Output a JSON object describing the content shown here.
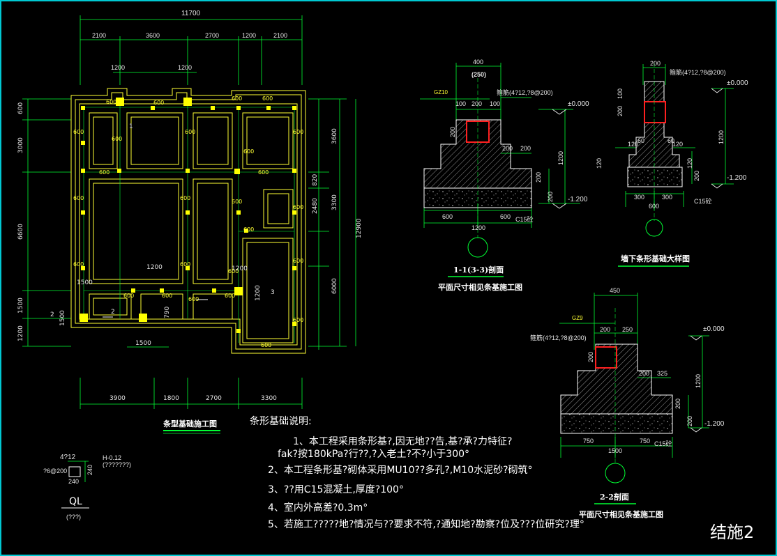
{
  "plan": {
    "top_total": "11700",
    "top_segments": [
      "2100",
      "3600",
      "2700",
      "1200",
      "2100"
    ],
    "top_small": [
      "1200",
      "1200"
    ],
    "left_segments": [
      "600",
      "3000",
      "6600",
      "1500",
      "1200"
    ],
    "right_segments": [
      "3600",
      "820",
      "3300",
      "2480",
      "6000"
    ],
    "right_total": "12900",
    "bottom_segments": [
      "3900",
      "1800",
      "2700",
      "3300"
    ],
    "inner": [
      "1200",
      "1200",
      "1500",
      "1500",
      "1500",
      "1200",
      "790",
      "1200"
    ],
    "wall_600": "600",
    "markers": [
      "1",
      "2",
      "2",
      "3"
    ],
    "title": "条型基础施工图"
  },
  "notes": {
    "heading": "条形基础说明:",
    "lines": [
      "1、本工程采用条形基?,因无地??告,基?承?力特征?",
      "fak?按180kPa?行??,?入老土?不?小于300°",
      "2、本工程条形基?砌体采用MU10??多孔?,M10水泥砂?砌筑°",
      "3、??用C15混凝土,厚度?100°",
      "4、室内外高差?0.3m°",
      "5、若施工?????地?情况与??要求不符,?通知地?勘察?位及???位研究?理°"
    ]
  },
  "section11": {
    "tag": "GZ10",
    "top": "400",
    "top2": "(250)",
    "rebar": "箍筋(4?12,?8@200)",
    "d100a": "100",
    "d200": "200",
    "d100b": "100",
    "d200v": "200",
    "d200x": "200",
    "d200y": "200",
    "level0": "±0.000",
    "h1200": "1200",
    "h200": "200",
    "h200b": "200",
    "levelm": "-1.200",
    "b600a": "600",
    "b600b": "600",
    "b1200": "1200",
    "c15": "C15砼",
    "title": "1-1(3-3)剖面",
    "subtitle": "平面尺寸相见条基施工图"
  },
  "section_wall": {
    "top": "200",
    "rebar": "箍筋(4?12,?8@200)",
    "level0": "±0.000",
    "d100": "100",
    "d200": "200",
    "d60a": "60",
    "d60b": "60",
    "d120a": "120",
    "d120b": "120",
    "d120c": "120",
    "d120d": "120",
    "d200b": "200",
    "h1200": "1200",
    "levelm": "-1.200",
    "b300a": "300",
    "b300b": "300",
    "b600": "600",
    "c15": "C15砼",
    "title": "墙下条形基础大样图"
  },
  "section22": {
    "tag": "GZ9",
    "top": "450",
    "rebar": "箍筋(4?12,?8@200)",
    "d200": "200",
    "d250": "250",
    "d200v": "200",
    "d200x": "200",
    "d325": "325",
    "level0": "±0.000",
    "h1200": "1200",
    "h200": "200",
    "h200b": "200",
    "levelm": "-1.200",
    "b750a": "750",
    "b750b": "750",
    "b1500": "1500",
    "c15": "C15砼",
    "title": "2-2剖面",
    "subtitle": "平面尺寸相见条基施工图"
  },
  "ql": {
    "rebar_top": "4?12",
    "stirrup": "?6@200",
    "level": "H-0.12",
    "note": "(???????)",
    "w": "240",
    "h": "240",
    "label": "QL",
    "sub": "(???)"
  },
  "sheet_title": "结施2"
}
